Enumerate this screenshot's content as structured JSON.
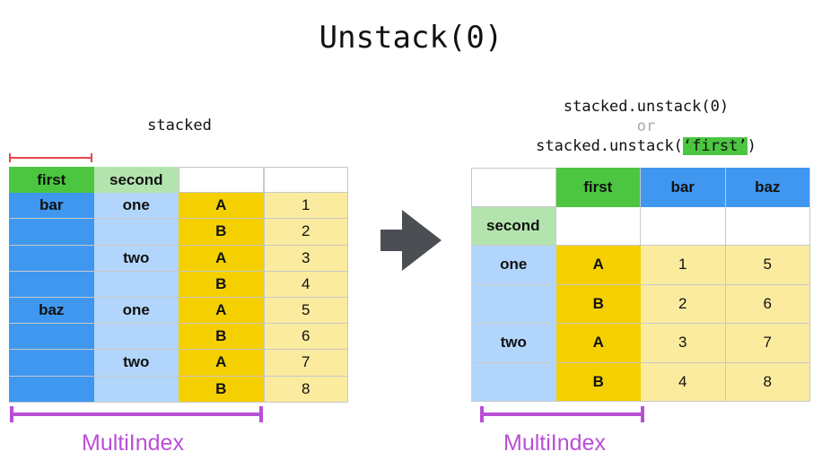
{
  "title": "Unstack(0)",
  "left": {
    "caption": "stacked",
    "header": [
      "first",
      "second",
      "",
      ""
    ],
    "rows": [
      [
        "bar",
        "one",
        "A",
        "1"
      ],
      [
        "",
        "",
        "B",
        "2"
      ],
      [
        "",
        "two",
        "A",
        "3"
      ],
      [
        "",
        "",
        "B",
        "4"
      ],
      [
        "baz",
        "one",
        "A",
        "5"
      ],
      [
        "",
        "",
        "B",
        "6"
      ],
      [
        "",
        "two",
        "A",
        "7"
      ],
      [
        "",
        "",
        "B",
        "8"
      ]
    ],
    "multiindex_label": "MultiIndex"
  },
  "right": {
    "caption_line1": "stacked.unstack(0)",
    "caption_or": "or",
    "caption_line3_prefix": "stacked.unstack(",
    "caption_line3_arg": "‘first’",
    "caption_line3_suffix": ")",
    "header": [
      "",
      "first",
      "bar",
      "baz"
    ],
    "subheader": [
      "second",
      "",
      "",
      ""
    ],
    "rows": [
      [
        "one",
        "A",
        "1",
        "5"
      ],
      [
        "",
        "B",
        "2",
        "6"
      ],
      [
        "two",
        "A",
        "3",
        "7"
      ],
      [
        "",
        "B",
        "4",
        "8"
      ]
    ],
    "multiindex_label": "MultiIndex"
  },
  "colors": {
    "index_blue": "#3f97f0",
    "index_light_blue": "#b2d6fb",
    "first_green": "#4cc640",
    "second_light_green": "#b4e4ae",
    "inner_index_yellow": "#f5d000",
    "value_yellow": "#fbeb9e",
    "grid_line": "#c8c8c8",
    "arrow_gray": "#4b4f54",
    "multiindex_purple": "#b94fd6",
    "bracket_red": "#e8464b"
  }
}
